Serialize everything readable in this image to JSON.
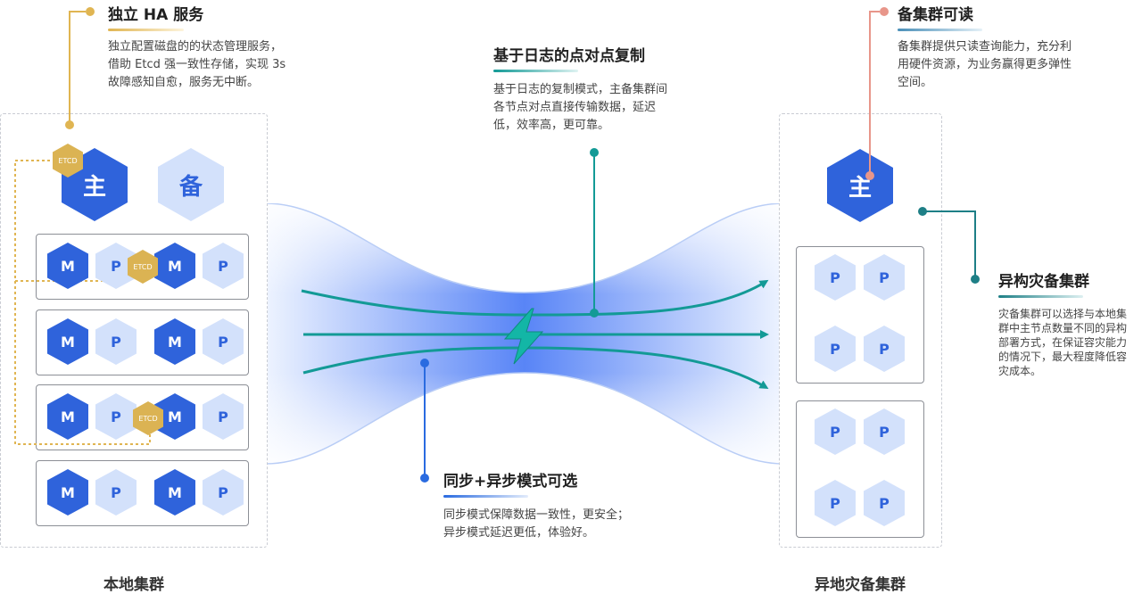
{
  "features": {
    "ha": {
      "title": "独立 HA 服务",
      "desc": [
        "独立配置磁盘的的状态管理服务，",
        "借助 Etcd 强一致性存储，实现 3s",
        "故障感知自愈，服务无中断。"
      ]
    },
    "log": {
      "title": "基于日志的点对点复制",
      "desc": [
        "基于日志的复制模式，主备集群间",
        "各节点对点直接传输数据，延迟",
        "低，效率高，更可靠。"
      ]
    },
    "readable": {
      "title": "备集群可读",
      "desc": [
        "备集群提供只读查询能力，充分利",
        "用硬件资源，为业务赢得更多弹性",
        "空间。"
      ]
    },
    "hetero": {
      "title": "异构灾备集群",
      "desc": [
        "灾备集群可以选择与本地集",
        "群中主节点数量不同的异构",
        "部署方式，在保证容灾能力",
        "的情况下，最大程度降低容",
        "灾成本。"
      ]
    },
    "sync": {
      "title": "同步+异步模式可选",
      "desc": [
        "同步模式保障数据一致性，更安全；",
        "异步模式延迟更低，体验好。"
      ]
    }
  },
  "local_cluster": {
    "label": "本地集群",
    "primary": "主",
    "standby": "备",
    "etcd": "ETCD",
    "master": "M",
    "replica": "P"
  },
  "remote_cluster": {
    "label": "异地灾备集群",
    "primary": "主",
    "replica": "P"
  },
  "colors": {
    "ha": "#e0b552",
    "log": "#139a96",
    "readable": "#e8968a",
    "hetero": "#1e7f86",
    "sync": "#2a6be0",
    "primary_hex": "#2f63db",
    "light_hex": "#d3e1fb",
    "etcd_hex": "#dbb353"
  }
}
